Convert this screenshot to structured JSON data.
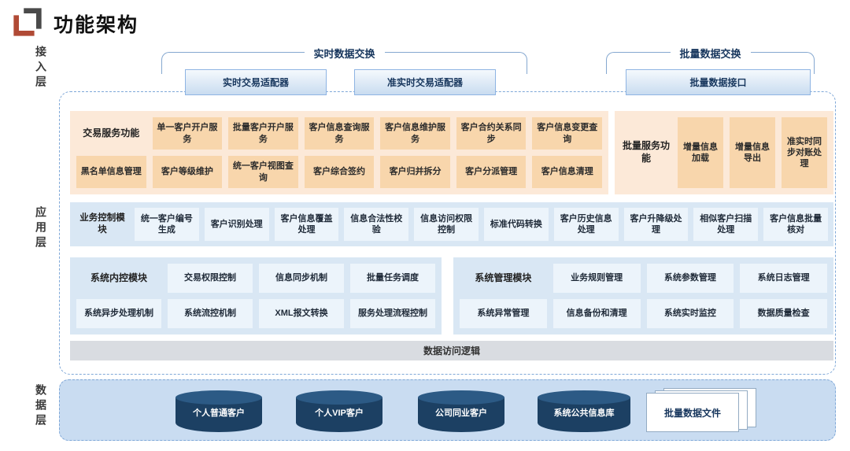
{
  "title": "功能架构",
  "layer_labels": {
    "access": "接入层",
    "application": "应用层",
    "data": "数据层"
  },
  "top": {
    "realtime_group": "实时数据交换",
    "batch_group": "批量数据交换",
    "adapters": [
      "实时交易适配器",
      "准实时交易适配器",
      "批量数据接口"
    ]
  },
  "trade_services": {
    "label": "交易服务功能",
    "row1": [
      "单一客户开户服务",
      "批量客户开户服务",
      "客户信息查询服务",
      "客户信息维护服务",
      "客户合约关系同步",
      "客户信息变更查询"
    ],
    "row2": [
      "黑名单信息管理",
      "客户等级维护",
      "统一客户视图查询",
      "客户综合签约",
      "客户归并拆分",
      "客户分派管理",
      "客户信息清理"
    ]
  },
  "batch_services": {
    "label": "批量服务功能",
    "items": [
      "增量信息加载",
      "增量信息导出",
      "准实时同步对账处理"
    ]
  },
  "business_control": {
    "label": "业务控制模块",
    "items": [
      "统一客户编号生成",
      "客户识别处理",
      "客户信息覆盖处理",
      "信息合法性校验",
      "信息访问权限控制",
      "标准代码转换",
      "客户历史信息处理",
      "客户升降级处理",
      "相似客户扫描处理",
      "客户信息批量核对"
    ]
  },
  "system_internal": {
    "label": "系统内控模块",
    "row1": [
      "交易权限控制",
      "信息同步机制",
      "批量任务调度"
    ],
    "row2": [
      "系统异步处理机制",
      "系统流控机制",
      "XML报文转换",
      "服务处理流程控制"
    ]
  },
  "system_mgmt": {
    "label": "系统管理模块",
    "row1": [
      "业务规则管理",
      "系统参数管理",
      "系统日志管理"
    ],
    "row2": [
      "系统异常管理",
      "信息备份和清理",
      "系统实时监控",
      "数据质量检查"
    ]
  },
  "data_access": "数据访问逻辑",
  "data_layer": {
    "databases": [
      "个人普通客户",
      "个人VIP客户",
      "公司同业客户",
      "系统公共信息库"
    ],
    "files": "批量数据文件"
  },
  "colors": {
    "accent_blue_border": "#7fa8d8",
    "orange_panel": "#fce9d8",
    "orange_box": "#f8d6ac",
    "blue_panel": "#d9e7f4",
    "blue_box": "#ecf4fb",
    "navy_text": "#17365d",
    "cylinder": "#1c4063",
    "gray_bar": "#d9dce1",
    "data_panel": "#c9dcf1"
  }
}
